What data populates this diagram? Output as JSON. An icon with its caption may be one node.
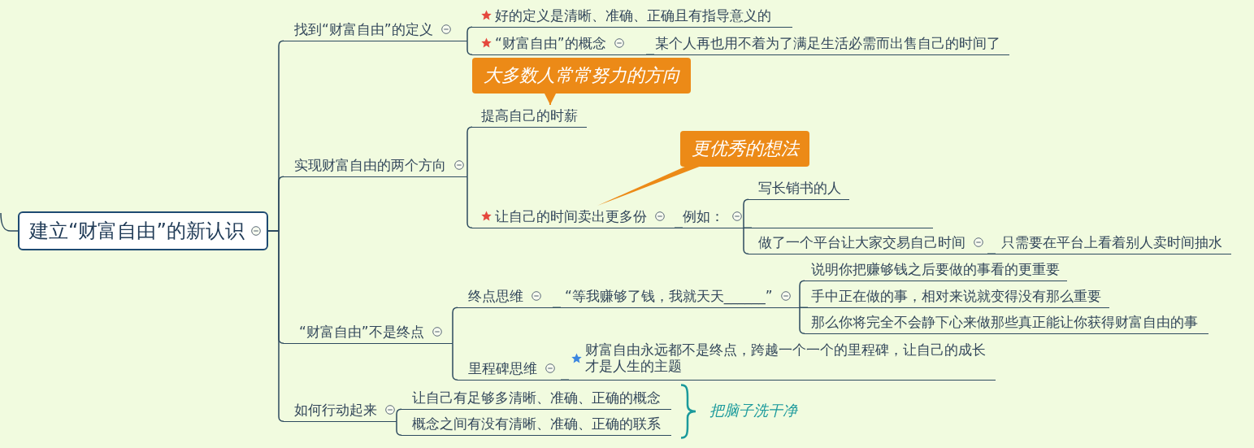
{
  "diagram": {
    "nodes": [
      {
        "text": [
          "建立“财富自由”的新认识"
        ]
      },
      {
        "text": [
          "找到“财富自由”的定义"
        ]
      },
      {
        "text": [
          "好的定义是清晰、准确、正确且有指导意义的"
        ]
      },
      {
        "text": [
          "“财富自由”的概念"
        ]
      },
      {
        "text": [
          "某个人再也用不着为了满足生活必需而出售自己的时间了"
        ]
      },
      {
        "text": [
          "大多数人常常努力的方向"
        ]
      },
      {
        "text": [
          "实现财富自由的两个方向"
        ]
      },
      {
        "text": [
          "提高自己的时薪"
        ]
      },
      {
        "text": [
          "更优秀的想法"
        ]
      },
      {
        "text": [
          "让自己的时间卖出更多份"
        ]
      },
      {
        "text": [
          "例如："
        ]
      },
      {
        "text": [
          "写长销书的人"
        ]
      },
      {
        "text": [],
        "shape": "line"
      },
      {
        "text": [
          "做了一个平台让大家交易自己时间"
        ]
      },
      {
        "text": [
          "只需要在平台上看着别人卖时间抽水"
        ]
      },
      {
        "text": [
          "“财富自由”不是终点"
        ]
      },
      {
        "text": [
          "终点思维"
        ]
      },
      {
        "text": [
          "“等我赚够了钱，我就天天______”"
        ]
      },
      {
        "text": [
          "说明你把赚够钱之后要做的事看的更重要"
        ]
      },
      {
        "text": [
          "手中正在做的事，相对来说就变得没有那么重要"
        ]
      },
      {
        "text": [
          "那么你将完全不会静下心来做那些真正能让你获得财富自由的事"
        ]
      },
      {
        "text": [
          "里程碑思维"
        ]
      },
      {
        "text": [
          "财富自由永远都不是终点，跨越一个一个的里程碑，让自己的成长才是人生的主题"
        ]
      },
      {
        "text": [
          "如何行动起来"
        ]
      },
      {
        "text": [
          "让自己有足够多清晰、准确、正确的概念"
        ]
      },
      {
        "text": [
          "概念之间有没有清晰、准确、正确的联系"
        ]
      }
    ],
    "edges": [
      {
        "from": null,
        "to": 0,
        "arrow": "none"
      },
      {
        "from": 0,
        "to": 1,
        "arrow": "none"
      },
      {
        "from": 1,
        "to": 2,
        "arrow": "none"
      },
      {
        "from": 1,
        "to": 3,
        "arrow": "none"
      },
      {
        "from": 3,
        "to": 4,
        "arrow": "none"
      },
      {
        "from": 5,
        "to": 7,
        "arrow": "to",
        "color": "#ec8a17"
      },
      {
        "from": 0,
        "to": 6,
        "arrow": "none"
      },
      {
        "from": 6,
        "to": 7,
        "arrow": "none"
      },
      {
        "from": 8,
        "to": 9,
        "arrow": "none",
        "color": "#ec8a17"
      },
      {
        "from": 6,
        "to": 9,
        "arrow": "none"
      },
      {
        "from": 9,
        "to": 10,
        "arrow": "none"
      },
      {
        "from": 10,
        "to": 11,
        "arrow": "none"
      },
      {
        "from": 10,
        "to": 12,
        "arrow": "none"
      },
      {
        "from": 10,
        "to": 13,
        "arrow": "none"
      },
      {
        "from": 13,
        "to": 14,
        "arrow": "none"
      },
      {
        "from": 0,
        "to": 15,
        "arrow": "none"
      },
      {
        "from": 15,
        "to": 16,
        "arrow": "none"
      },
      {
        "from": 16,
        "to": 17,
        "arrow": "none"
      },
      {
        "from": 17,
        "to": 18,
        "arrow": "none"
      },
      {
        "from": 17,
        "to": 19,
        "arrow": "none"
      },
      {
        "from": 17,
        "to": 20,
        "arrow": "none"
      },
      {
        "from": 15,
        "to": 21,
        "arrow": "none"
      },
      {
        "from": 21,
        "to": 22,
        "arrow": "none"
      },
      {
        "from": 0,
        "to": 23,
        "arrow": "none"
      },
      {
        "from": 23,
        "to": 24,
        "arrow": "none"
      },
      {
        "from": 23,
        "to": 25,
        "arrow": "none"
      }
    ],
    "labels": [
      "把脑子洗干净"
    ]
  }
}
